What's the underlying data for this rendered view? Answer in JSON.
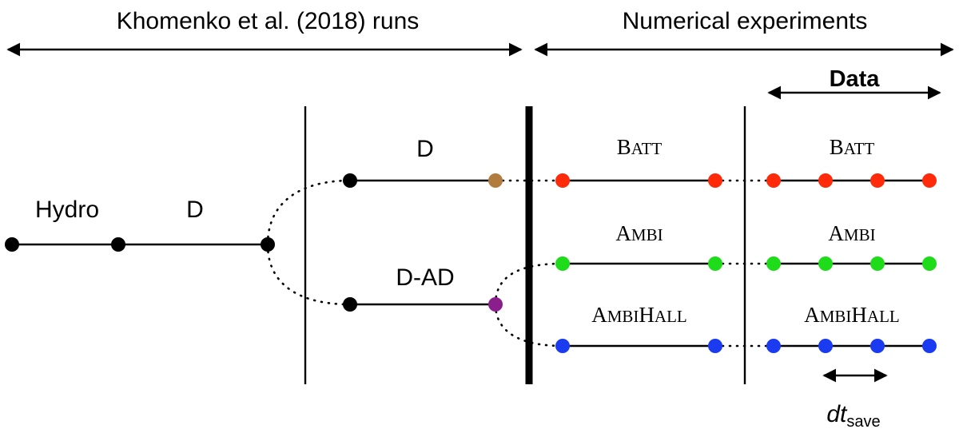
{
  "headers": {
    "left": "Khomenko et al. (2018) runs",
    "right": "Numerical experiments",
    "data": "Data"
  },
  "labels": {
    "hydro": "Hydro",
    "d_main": "D",
    "d_upper": "D",
    "d_ad": "D-AD"
  },
  "experiments": {
    "batt": {
      "cap": "B",
      "rest": "ATT"
    },
    "ambi": {
      "cap": "A",
      "rest": "MBI"
    },
    "ambihall": {
      "cap1": "A",
      "rest1": "MBI",
      "cap2": "H",
      "rest2": "ALL"
    }
  },
  "dt": {
    "main": "dt",
    "sub": "save"
  },
  "colors": {
    "black": "#000000",
    "brown": "#b07d3e",
    "purple": "#8a1f8c",
    "red": "#ff2a0a",
    "green": "#1edc1a",
    "blue": "#1a3bf0"
  }
}
